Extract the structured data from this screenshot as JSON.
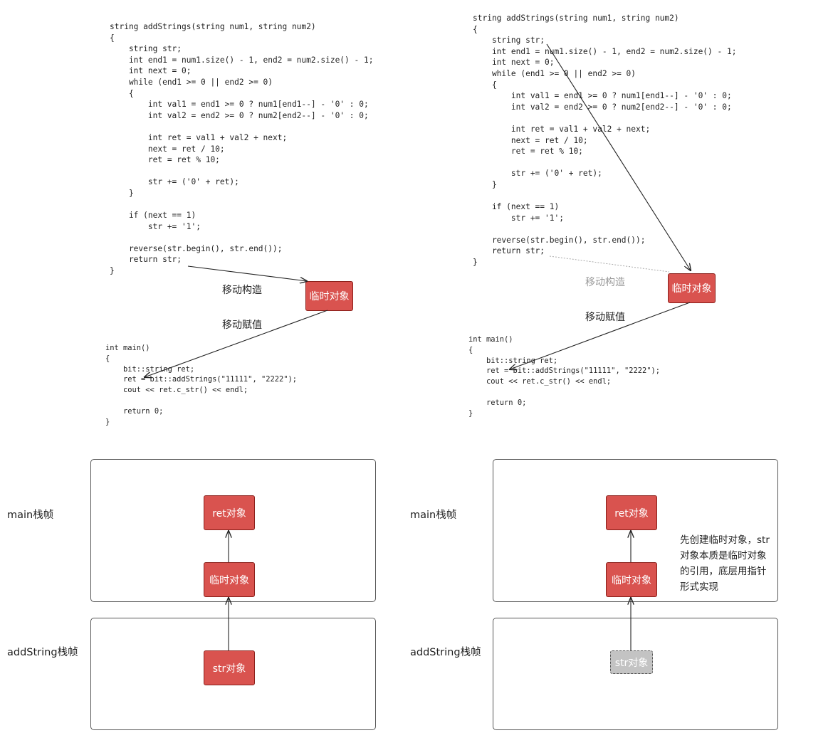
{
  "colors": {
    "box_fill": "#d9534f",
    "box_border": "#8a1f1a",
    "ghost_fill": "#c3c3c3",
    "arrow": "#222222"
  },
  "left_panel": {
    "code_add": [
      "string addStrings(string num1, string num2)",
      "{",
      "    string str;",
      "    int end1 = num1.size() - 1, end2 = num2.size() - 1;",
      "    int next = 0;",
      "    while (end1 >= 0 || end2 >= 0)",
      "    {",
      "        int val1 = end1 >= 0 ? num1[end1--] - '0' : 0;",
      "        int val2 = end2 >= 0 ? num2[end2--] - '0' : 0;",
      "",
      "        int ret = val1 + val2 + next;",
      "        next = ret / 10;",
      "        ret = ret % 10;",
      "",
      "        str += ('0' + ret);",
      "    }",
      "",
      "    if (next == 1)",
      "        str += '1';",
      "",
      "    reverse(str.begin(), str.end());",
      "    return str;",
      "}"
    ],
    "code_main": [
      "int main()",
      "{",
      "    bit::string ret;",
      "    ret = bit::addStrings(\"11111\", \"2222\");",
      "    cout << ret.c_str() << endl;",
      "",
      "    return 0;",
      "}"
    ],
    "temp_box": "临时对象",
    "move_construct": "移动构造",
    "move_assign": "移动赋值"
  },
  "right_panel": {
    "code_add": [
      "string addStrings(string num1, string num2)",
      "{",
      "    string str;",
      "    int end1 = num1.size() - 1, end2 = num2.size() - 1;",
      "    int next = 0;",
      "    while (end1 >= 0 || end2 >= 0)",
      "    {",
      "        int val1 = end1 >= 0 ? num1[end1--] - '0' : 0;",
      "        int val2 = end2 >= 0 ? num2[end2--] - '0' : 0;",
      "",
      "        int ret = val1 + val2 + next;",
      "        next = ret / 10;",
      "        ret = ret % 10;",
      "",
      "        str += ('0' + ret);",
      "    }",
      "",
      "    if (next == 1)",
      "        str += '1';",
      "",
      "    reverse(str.begin(), str.end());",
      "    return str;",
      "}"
    ],
    "code_main": [
      "int main()",
      "{",
      "    bit::string ret;",
      "    ret = bit::addStrings(\"11111\", \"2222\");",
      "    cout << ret.c_str() << endl;",
      "",
      "    return 0;",
      "}"
    ],
    "temp_box": "临时对象",
    "move_construct": "移动构造",
    "move_assign": "移动赋值"
  },
  "bottom_left": {
    "main_frame": "main栈帧",
    "add_frame": "addString栈帧",
    "ret_box": "ret对象",
    "temp_box": "临时对象",
    "str_box": "str对象"
  },
  "bottom_right": {
    "main_frame": "main栈帧",
    "add_frame": "addString栈帧",
    "ret_box": "ret对象",
    "temp_box": "临时对象",
    "str_box": "str对象",
    "note": "先创建临时对象，str对象本质是临时对象的引用，底层用指针形式实现"
  }
}
